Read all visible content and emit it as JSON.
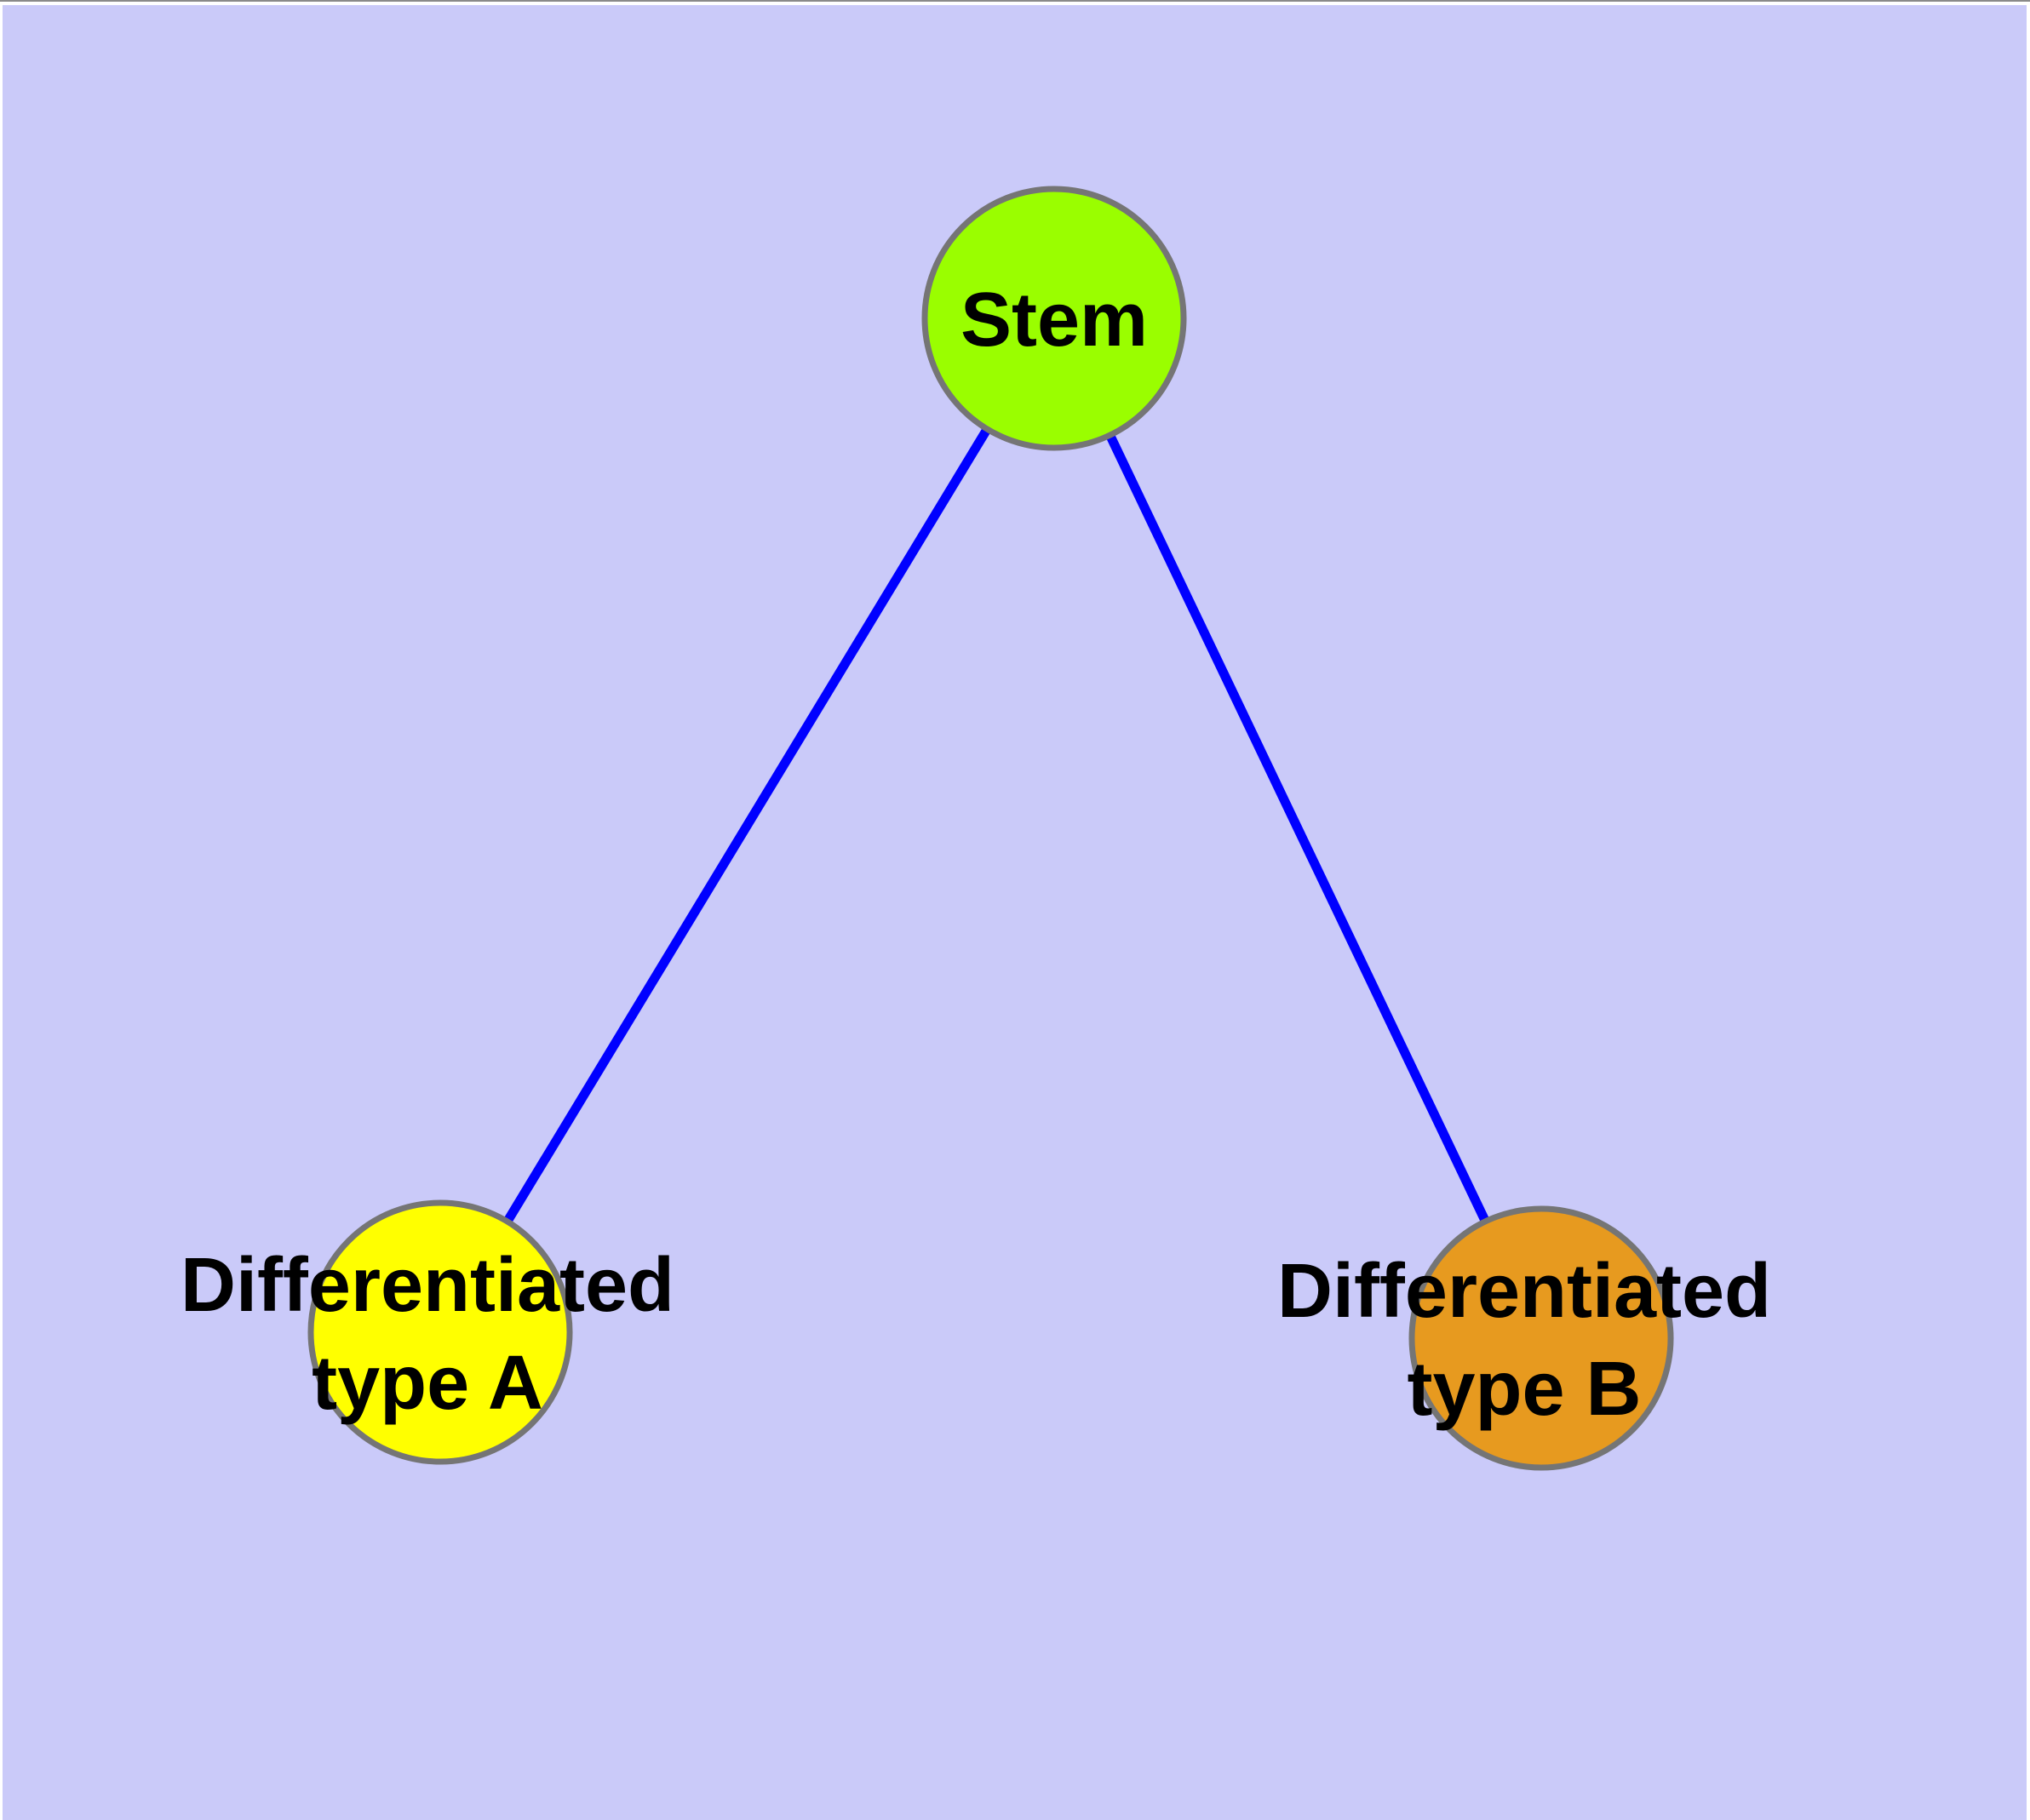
{
  "diagram": {
    "type": "node-link graph (cell differentiation hierarchy)",
    "background_color": "#CACAF9",
    "frame_color": "#FFFFFF",
    "frame_top_line_color": "#8A8A8A",
    "edge_color": "#0000FF",
    "node_border_color": "#757575",
    "label_color": "#000000",
    "nodes": {
      "stem": {
        "label": "Stem",
        "color": "#9AFE00"
      },
      "type_a": {
        "label_line1": "Differentiated",
        "label_line2": "type A",
        "color": "#FFFF00"
      },
      "type_b": {
        "label_line1": "Differentiated",
        "label_line2": "type B",
        "color": "#E79A1F"
      }
    },
    "edges": [
      {
        "from": "Stem",
        "to": "Differentiated type A"
      },
      {
        "from": "Stem",
        "to": "Differentiated type B"
      }
    ]
  }
}
